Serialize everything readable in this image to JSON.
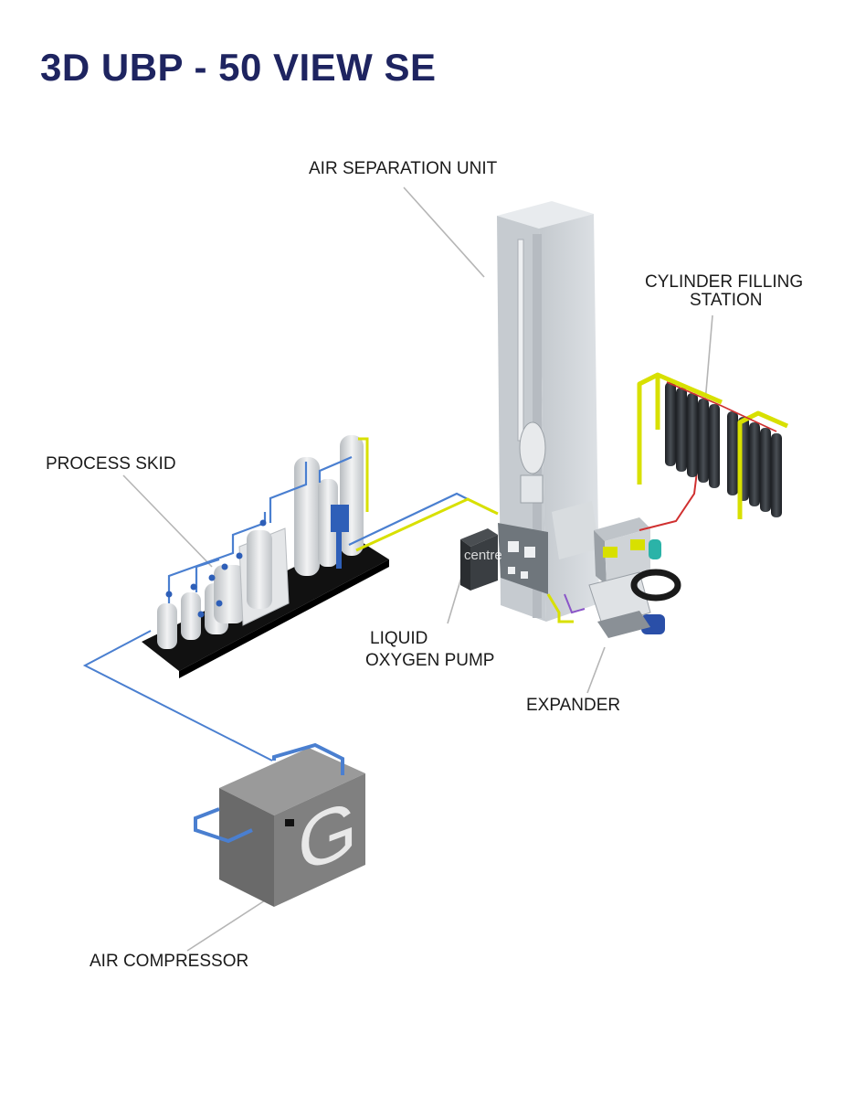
{
  "title": "3D UBP - 50 VIEW SE",
  "labels": {
    "air_separation_unit": "AIR SEPARATION UNIT",
    "cylinder_filling_line1": "CYLINDER FILLING",
    "cylinder_filling_line2": "STATION",
    "process_skid": "PROCESS SKID",
    "liquid_oxygen_pump_line1": "LIQUID",
    "liquid_oxygen_pump_line2": "OXYGEN PUMP",
    "expander": "EXPANDER",
    "air_compressor": "AIR COMPRESSOR"
  },
  "compressor_logo": "G",
  "watermark": "centre",
  "colors": {
    "title": "#1e2460",
    "pipe_blue": "#4a7fd0",
    "pipe_yellow": "#d8e000",
    "pipe_red": "#d03030",
    "compressor_body": "#7a7a7a",
    "column": "#d2d6da",
    "skid_base": "#111111",
    "cylinders": "#2a2e33"
  }
}
